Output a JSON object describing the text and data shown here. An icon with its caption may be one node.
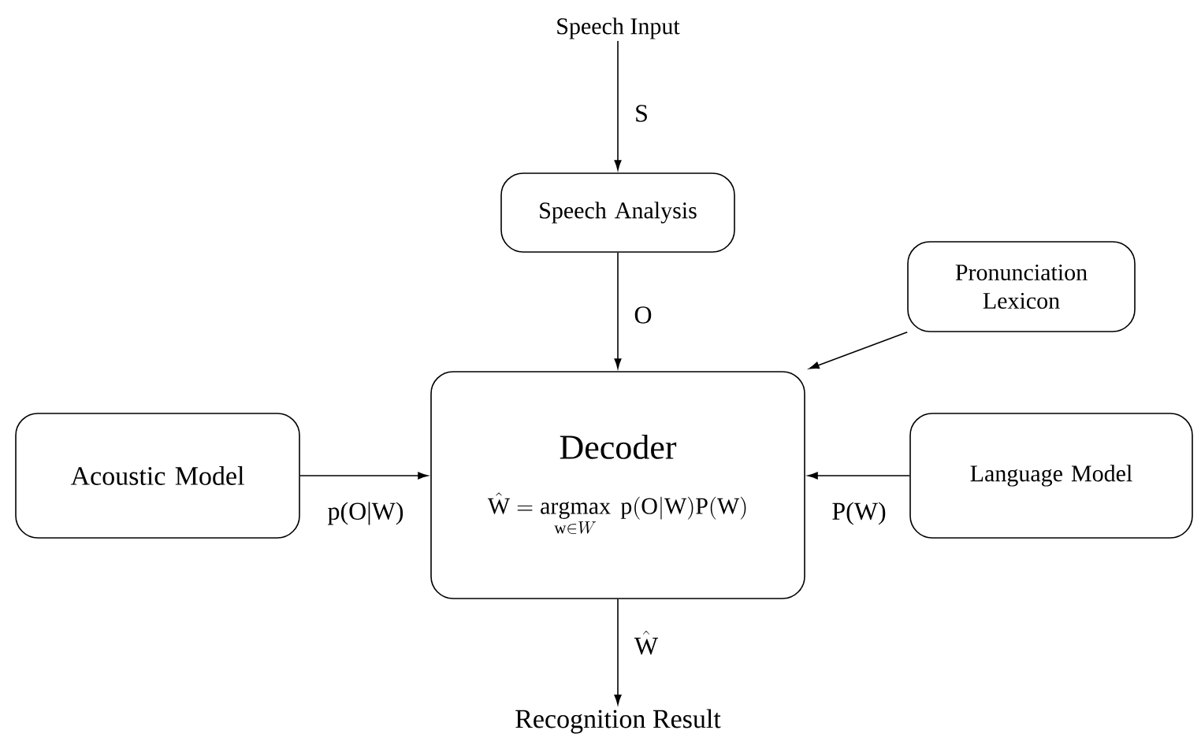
{
  "diagram": {
    "nodes": [
      {
        "text": [
          "Speech Input"
        ]
      },
      {
        "text": [
          "Speech Analysis"
        ]
      },
      {
        "text": [
          "Pronunciation Lexicon"
        ]
      },
      {
        "text": [
          "Acoustic Model"
        ]
      },
      {
        "text": [
          "Decoder",
          "\\hat{\\mathrm{W}}=\\mathop{\\mathrm{argmax}}\\limits_{\\mathrm{w}\\in W}\\ \\mathrm{p(O|W)P(W)}"
        ]
      },
      {
        "text": [
          "Language Model"
        ]
      },
      {
        "text": [
          "Recognition Result"
        ]
      }
    ],
    "edges": [
      {
        "from": 0,
        "to": 1,
        "arrow": "to",
        "label": "S"
      },
      {
        "from": 1,
        "to": 4,
        "arrow": "to",
        "label": "O"
      },
      {
        "from": 2,
        "to": 4,
        "arrow": "to"
      },
      {
        "from": 3,
        "to": 4,
        "arrow": "to",
        "label": "p(O|W)"
      },
      {
        "from": 5,
        "to": 4,
        "arrow": "to",
        "label": "P(W)"
      },
      {
        "from": 4,
        "to": 6,
        "arrow": "to",
        "label": "\\hat{\\mathrm{W}}"
      }
    ]
  }
}
